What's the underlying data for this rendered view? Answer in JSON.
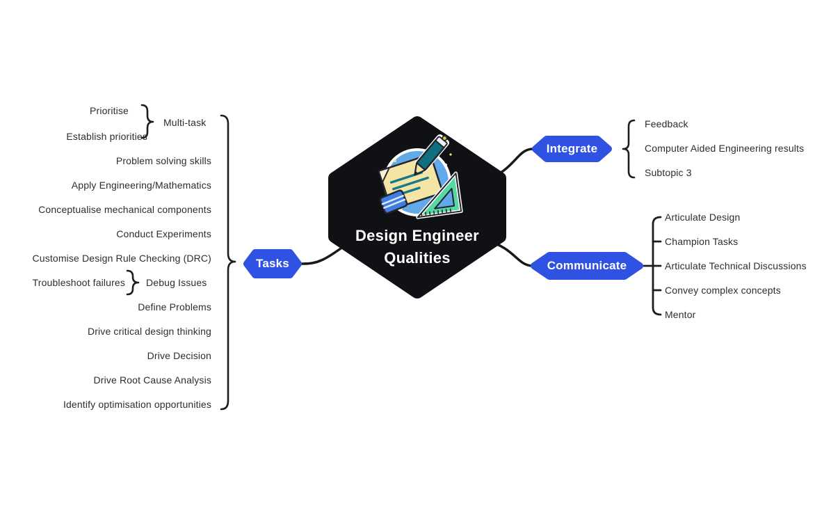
{
  "colors": {
    "accent_blue": "#2F52E2",
    "node_black": "#101114",
    "connector_black": "#17181a",
    "item_text": "#2b2d31",
    "illustration_circle_blue": "#61A9E9",
    "illustration_paper_yellow": "#F4E5A4",
    "illustration_teal": "#11707F",
    "illustration_mint": "#55D8A1",
    "illustration_eraser_blue": "#407CE2"
  },
  "center": {
    "title": "Design Engineer Qualities",
    "icon": "drafting-tools-illustration"
  },
  "branches": {
    "tasks": {
      "label": "Tasks",
      "group_multitask": {
        "sources": [
          "Prioritise",
          "Establish priorities"
        ],
        "result": "Multi-task"
      },
      "items_upper": [
        "Problem solving skills",
        "Apply Engineering/Mathematics",
        "Conceptualise mechanical components",
        "Conduct Experiments",
        "Customise Design Rule Checking (DRC)"
      ],
      "group_debug": {
        "sources": [
          "Troubleshoot failures"
        ],
        "result": "Debug Issues"
      },
      "items_lower": [
        "Define Problems",
        "Drive critical design thinking",
        "Drive Decision",
        "Drive Root Cause Analysis",
        "Identify optimisation opportunities"
      ]
    },
    "integrate": {
      "label": "Integrate",
      "items": [
        "Feedback",
        "Computer Aided Engineering results",
        "Subtopic 3"
      ]
    },
    "communicate": {
      "label": "Communicate",
      "items": [
        "Articulate Design",
        "Champion Tasks",
        "Articulate Technical Discussions",
        "Convey complex concepts",
        "Mentor"
      ]
    }
  }
}
